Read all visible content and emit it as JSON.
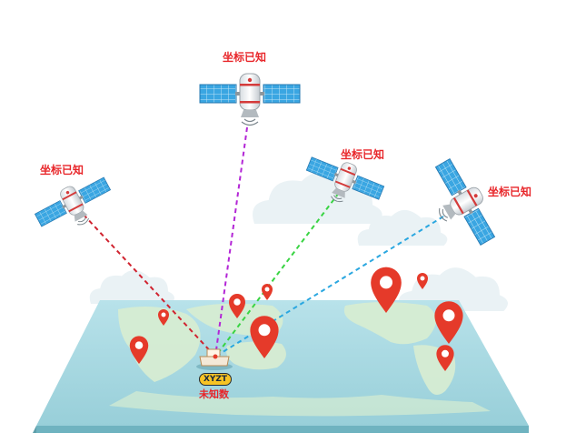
{
  "colors": {
    "label_red": "#e8262a",
    "pin_red": "#e53a2a",
    "tag_yellow": "#f7c324",
    "ocean": "#a8d8e2",
    "land": "#d6ecd2",
    "panel_blue": "#3aa6e2",
    "cloud": "#eaf2f5",
    "line_red": "#d0232f",
    "line_purple": "#b326d6",
    "line_green": "#39d443",
    "line_blue": "#2aa7e0"
  },
  "satellites": [
    {
      "id": "sat-top",
      "label": "坐标已知",
      "line_color": "#b326d6"
    },
    {
      "id": "sat-left",
      "label": "坐标已知",
      "line_color": "#d0232f"
    },
    {
      "id": "sat-center",
      "label": "坐标已知",
      "line_color": "#39d443"
    },
    {
      "id": "sat-right",
      "label": "坐标已知",
      "line_color": "#2aa7e0"
    }
  ],
  "receiver": {
    "tag": "XYZT",
    "caption": "未知数"
  }
}
